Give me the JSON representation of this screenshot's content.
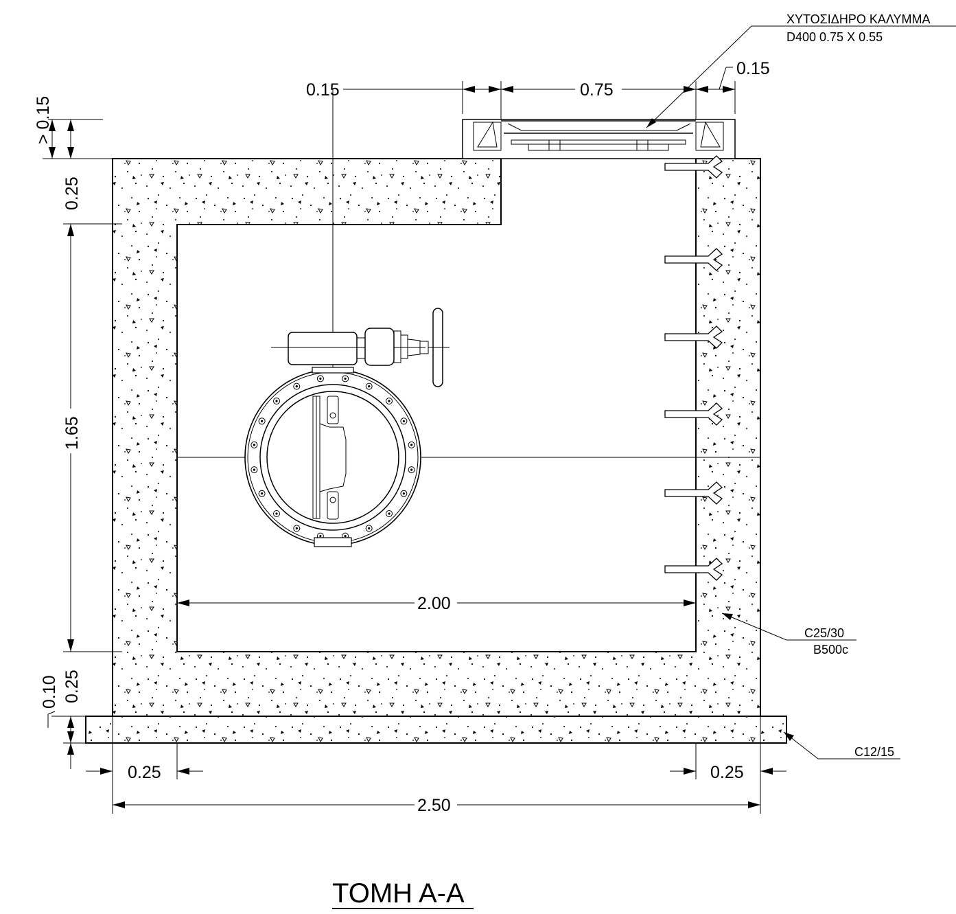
{
  "title": "ΤΟΜΗ Α-Α",
  "cover_note": {
    "line1": "ΧΥΤΟΣΙΔΗΡΟ ΚΑΛΥΜΜΑ",
    "line2": "D400  0.75 X 0.55"
  },
  "concrete_note": {
    "line1": "C25/30",
    "line2": "B500c"
  },
  "blinding_note": "C12/15",
  "dimensions": {
    "top_left_offset": "0.15",
    "cover_width": "0.75",
    "cover_frame_right": "0.15",
    "cover_height": "> 0.15",
    "roof_thickness": "0.25",
    "interior_height": "1.65",
    "floor_thickness": "0.25",
    "blinding_thickness": "0.10",
    "interior_width": "2.00",
    "left_wall": "0.25",
    "right_wall": "0.25",
    "overall_width": "2.50"
  },
  "icons": {
    "valve": "butterfly-valve-icon",
    "handwheel": "handwheel-icon",
    "step_irons": "step-iron-icon",
    "cover": "manhole-cover-icon"
  }
}
